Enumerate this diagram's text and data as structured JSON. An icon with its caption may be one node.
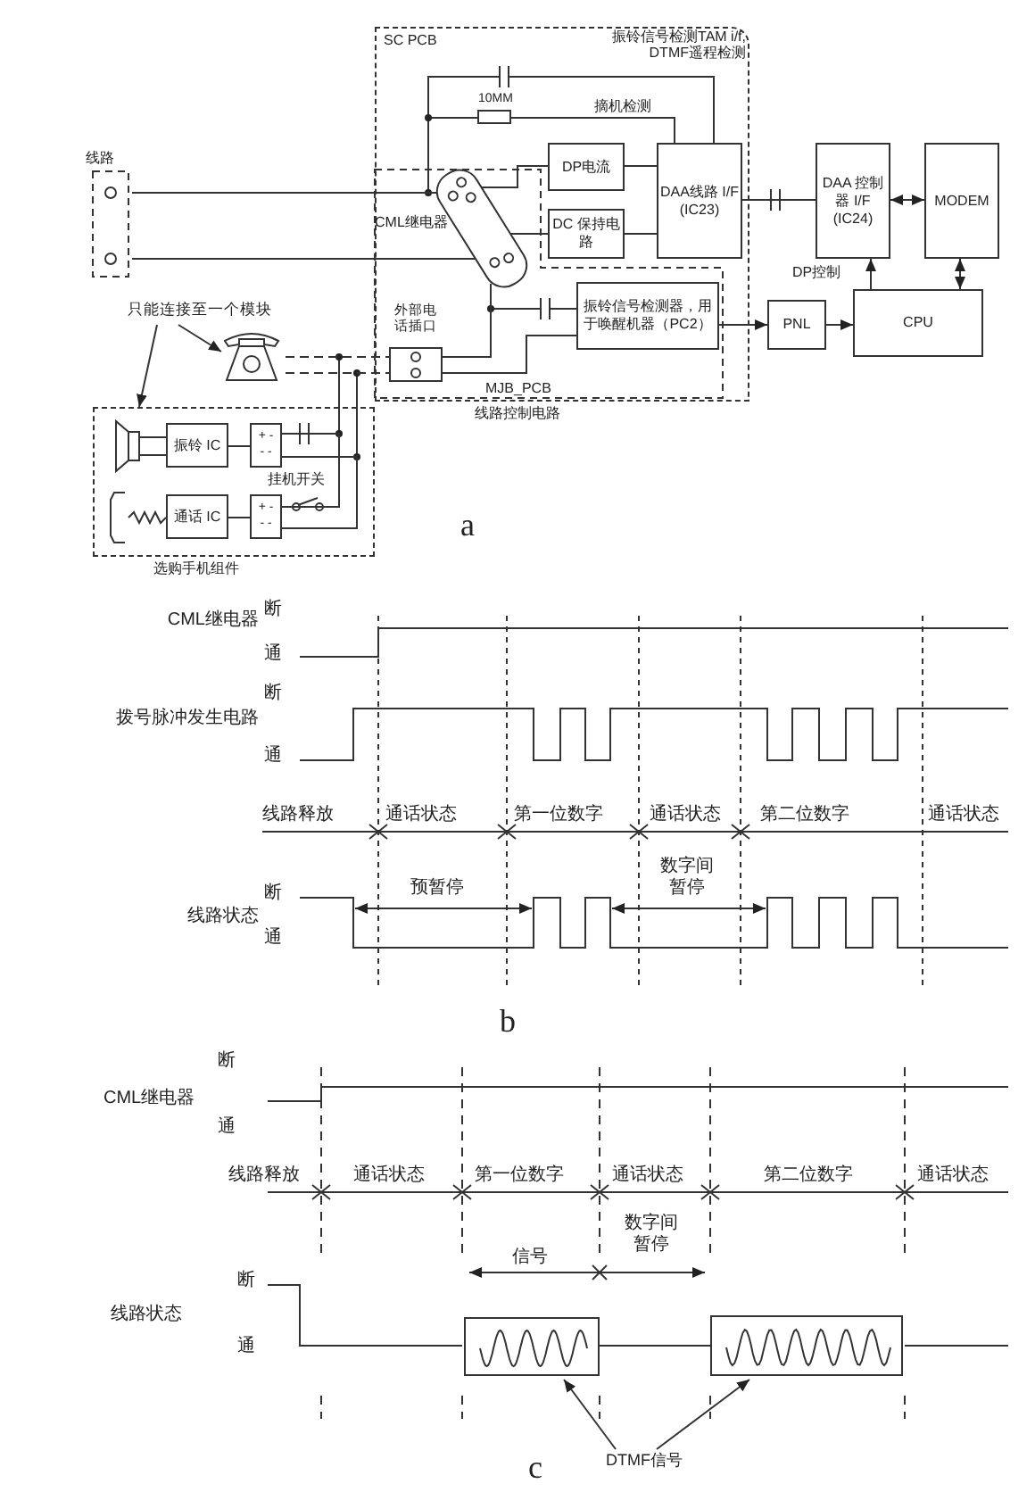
{
  "diagram": {
    "nodes": [
      {
        "text": [
          "SC PCB"
        ]
      },
      {
        "text": [
          "MJB_PCB"
        ],
        "in": 0
      },
      {
        "text": [
          "DP电流"
        ],
        "in": 0
      },
      {
        "text": [
          "DC 保持电路"
        ],
        "in": 0
      },
      {
        "text": [
          "DAA线路 I/F (IC23)"
        ],
        "in": 0
      },
      {
        "text": [
          "CML继电器"
        ],
        "in": 1
      },
      {
        "text": [
          "振铃信号检测器，用于唤醒机器（PC2）"
        ],
        "in": 1
      },
      {
        "text": [
          "外部电话插口"
        ],
        "in": 1
      },
      {
        "text": [
          "DAA 控制器 I/F (IC24)"
        ]
      },
      {
        "text": [
          "MODEM"
        ]
      },
      {
        "text": [
          "PNL"
        ]
      },
      {
        "text": [
          "CPU"
        ]
      },
      {
        "text": [
          "线路"
        ]
      },
      {
        "text": [
          "只能连接至一个模块"
        ]
      },
      {
        "text": [],
        "shape": "picture"
      },
      {
        "text": [
          "选购手机组件"
        ]
      },
      {
        "text": [
          "振铃 IC"
        ],
        "in": 15
      },
      {
        "text": [
          "+ -",
          "- -"
        ],
        "in": 15
      },
      {
        "text": [
          "通话 IC"
        ],
        "in": 15
      },
      {
        "text": [
          "+ -",
          "- -"
        ],
        "in": 15
      },
      {
        "text": [],
        "shape": "box"
      },
      {
        "text": [],
        "shape": "box"
      },
      {
        "text": [
          "DTMF信号"
        ]
      },
      {
        "text": [],
        "shape": "speaker",
        "in": 15
      },
      {
        "text": [],
        "shape": "handset",
        "in": 15
      }
    ],
    "edges": [
      {
        "from": 12,
        "to": 5,
        "arrow": "none"
      },
      {
        "from": 12,
        "to": 5,
        "arrow": "none"
      },
      {
        "from": 5,
        "to": 2,
        "arrow": "none"
      },
      {
        "from": 5,
        "to": 3,
        "arrow": "none"
      },
      {
        "from": 2,
        "to": 4,
        "arrow": "none"
      },
      {
        "from": 3,
        "to": 4,
        "arrow": "none"
      },
      {
        "from": 4,
        "to": 8,
        "arrow": "none"
      },
      {
        "from": 8,
        "to": 9,
        "arrow": "both"
      },
      {
        "from": 9,
        "to": 11,
        "arrow": "both"
      },
      {
        "from": 11,
        "to": 8,
        "arrow": "to"
      },
      {
        "from": 6,
        "to": 10,
        "arrow": "to"
      },
      {
        "from": 10,
        "to": 11,
        "arrow": "to"
      },
      {
        "from": 7,
        "to": 5,
        "arrow": "none"
      },
      {
        "from": 7,
        "to": 6,
        "arrow": "none"
      },
      {
        "from": 14,
        "to": 7,
        "arrow": "none",
        "style": "dashed"
      },
      {
        "from": 14,
        "to": 7,
        "arrow": "none",
        "style": "dashed"
      },
      {
        "from": 13,
        "to": 14,
        "arrow": "to"
      },
      {
        "from": 13,
        "to": 15,
        "arrow": "to"
      },
      {
        "from": 16,
        "to": 17,
        "arrow": "none"
      },
      {
        "from": 18,
        "to": 19,
        "arrow": "none"
      },
      {
        "from": 22,
        "to": 20,
        "arrow": "to"
      },
      {
        "from": 22,
        "to": 21,
        "arrow": "to"
      },
      {
        "from": 20,
        "to": 21,
        "arrow": "none"
      },
      {
        "from": 23,
        "to": 16,
        "arrow": "none"
      },
      {
        "from": 23,
        "to": 16,
        "arrow": "none"
      },
      {
        "from": 24,
        "to": 18,
        "arrow": "none"
      },
      {
        "from": 17,
        "to": 19,
        "arrow": "none"
      },
      {
        "from": 17,
        "to": 19,
        "arrow": "none"
      }
    ],
    "labels": [
      "振铃信号检测TAM i/f, DTMF遥程检测",
      "10MM",
      "摘机检测",
      "DP控制",
      "线路控制电路",
      "挂机开关",
      "a",
      "CML继电器",
      "断",
      "通",
      "拨号脉冲发生电路",
      "断",
      "通",
      "线路释放",
      "通话状态",
      "第一位数字",
      "通话状态",
      "第二位数字",
      "通话状态",
      "预暂停",
      "数字间暂停",
      "线路状态",
      "断",
      "通",
      "b",
      "断",
      "CML继电器",
      "通",
      "线路释放",
      "通话状态",
      "第一位数字",
      "通话状态",
      "第二位数字",
      "通话状态",
      "数字间暂停",
      "信号",
      "断",
      "线路状态",
      "通",
      "c"
    ]
  }
}
